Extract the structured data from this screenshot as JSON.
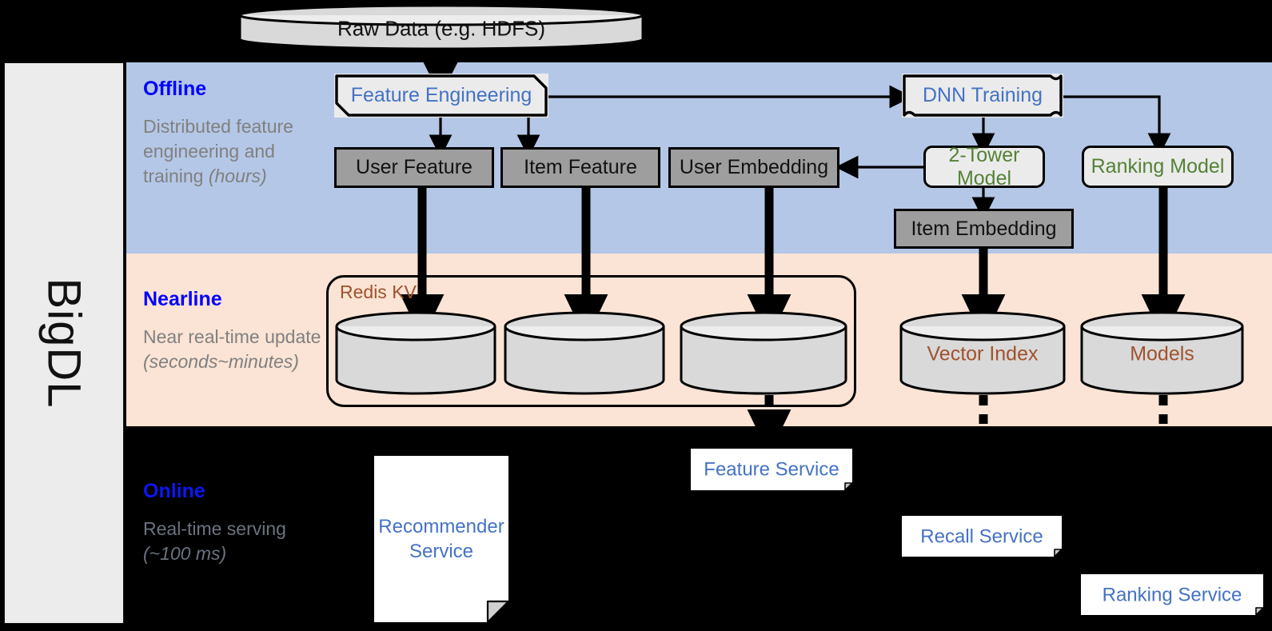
{
  "sidebar": {
    "label": "BigDL"
  },
  "source": {
    "label": "Raw Data (e.g. HDFS)"
  },
  "bands": {
    "offline": {
      "title": "Offline",
      "subtitle_plain": "Distributed feature engineering and training ",
      "subtitle_italic": "(hours)",
      "color": "#b4c7e7"
    },
    "nearline": {
      "title": "Nearline",
      "subtitle_plain": "Near real-time update ",
      "subtitle_italic": "(seconds~minutes)",
      "color": "#fbe4d5"
    },
    "online": {
      "title": "Online",
      "subtitle_plain": "Real-time serving ",
      "subtitle_italic": "(~100 ms)",
      "color": "#000000"
    }
  },
  "offline": {
    "feature_engineering": "Feature Engineering",
    "dnn_training": "DNN Training",
    "user_feature": "User Feature",
    "item_feature": "Item Feature",
    "user_embedding": "User Embedding",
    "two_tower_model": "2-Tower Model",
    "ranking_model": "Ranking Model",
    "item_embedding": "Item Embedding"
  },
  "nearline": {
    "redis_kv": "Redis KV",
    "store_1": "",
    "store_2": "",
    "store_3": "",
    "vector_index": "Vector Index",
    "models": "Models"
  },
  "online": {
    "recommender_service": "Recommender Service",
    "feature_service": "Feature Service",
    "recall_service": "Recall Service",
    "ranking_service": "Ranking Service"
  },
  "colors": {
    "heading_blue": "#0000ff",
    "node_blue": "#4472c4",
    "node_green": "#548235",
    "cylinder_brown": "#a0522d",
    "gray_box": "#9e9e9e",
    "offline_band": "#b4c7e7",
    "nearline_band": "#fbe4d5",
    "online_band": "#000000"
  }
}
